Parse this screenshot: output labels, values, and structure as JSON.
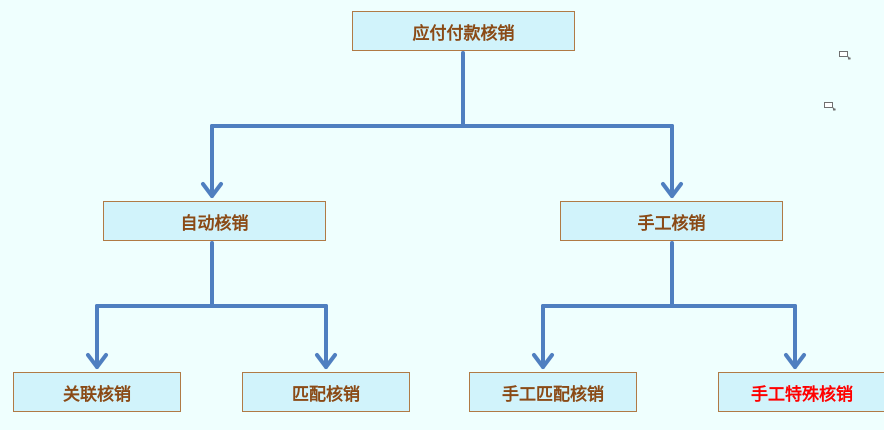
{
  "diagram": {
    "root": "应付付款核销",
    "auto": "自动核销",
    "manual": "手工核销",
    "auto_children": [
      "关联核销",
      "匹配核销"
    ],
    "manual_children": [
      "手工匹配核销",
      "手工特殊核销"
    ]
  },
  "colors": {
    "background": "#effffe",
    "box_fill": "#d1f3fb",
    "box_border": "#b07a45",
    "text": "#8a4a16",
    "highlight_text": "#ff0000",
    "connector": "#4f7fc0"
  },
  "icons": [
    "comment-icon",
    "comment-icon"
  ]
}
